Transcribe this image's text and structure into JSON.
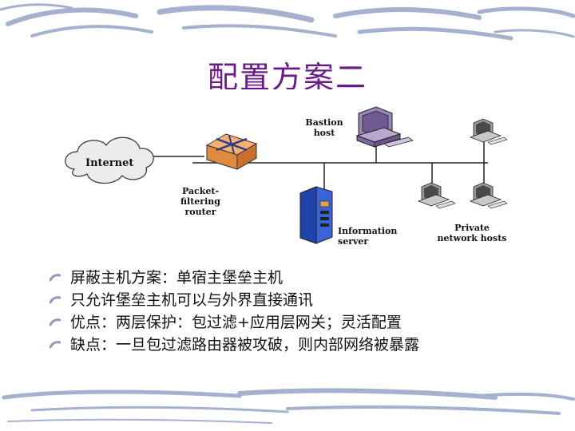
{
  "slide": {
    "title": "配置方案二"
  },
  "diagram": {
    "internet_label": "Internet",
    "bastion_label_line1": "Bastion",
    "bastion_label_line2": "host",
    "router_label_line1": "Packet-",
    "router_label_line2": "filtering",
    "router_label_line3": "router",
    "info_label_line1": "Information",
    "info_label_line2": "server",
    "private_label_line1": "Private",
    "private_label_line2": "network hosts"
  },
  "bullets": [
    {
      "text": "屏蔽主机方案：单宿主堡垒主机"
    },
    {
      "text": "只允许堡垒主机可以与外界直接通讯"
    },
    {
      "text": "优点：两层保护：包过滤+应用层网关；灵活配置"
    },
    {
      "text": "缺点：一旦包过滤路由器被攻破，则内部网络被暴露"
    }
  ],
  "colors": {
    "title": "#6b1a8a",
    "accent_stroke": "#9aa6c8",
    "router_orange": "#f2a35a",
    "server_blue": "#2e55c9",
    "computer_purple": "#9a86b8"
  },
  "icons": [
    "cloud-icon",
    "router-icon",
    "bastion-computer-icon",
    "server-icon",
    "workstation-icon",
    "bullet-icon"
  ]
}
